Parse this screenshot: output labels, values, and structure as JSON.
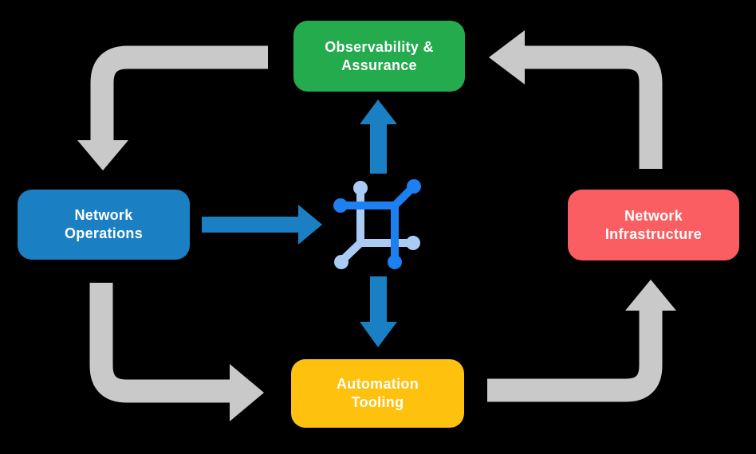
{
  "nodes": {
    "observability": {
      "line1": "Observability &",
      "line2": "Assurance"
    },
    "operations": {
      "line1": "Network",
      "line2": "Operations"
    },
    "infrastructure": {
      "line1": "Network",
      "line2": "Infrastructure"
    },
    "automation": {
      "line1": "Automation",
      "line2": "Tooling"
    }
  },
  "colors": {
    "green": "#24ab4e",
    "blue": "#1b80c3",
    "red": "#fa5e62",
    "yellow": "#fec10d",
    "arrow_gray": "#c9c9c9",
    "arrow_blue": "#1b80c3",
    "icon_dark_blue": "#1d80f0",
    "icon_light_blue": "#a9cbf4",
    "label_text": "#ffffff",
    "background": "#000000"
  },
  "connections": [
    {
      "from": "Observability & Assurance",
      "to": "Network Operations",
      "style": "gray-elbow"
    },
    {
      "from": "Network Operations",
      "to": "Automation Tooling",
      "style": "gray-elbow"
    },
    {
      "from": "Automation Tooling",
      "to": "Network Infrastructure",
      "style": "gray-elbow"
    },
    {
      "from": "Network Infrastructure",
      "to": "Observability & Assurance",
      "style": "gray-elbow"
    },
    {
      "from": "Network Operations",
      "to": "center-icon",
      "style": "blue-straight"
    },
    {
      "from": "center-icon",
      "to": "Observability & Assurance",
      "style": "blue-straight"
    },
    {
      "from": "center-icon",
      "to": "Automation Tooling",
      "style": "blue-straight"
    }
  ],
  "icon": {
    "name": "network-grid-icon"
  }
}
